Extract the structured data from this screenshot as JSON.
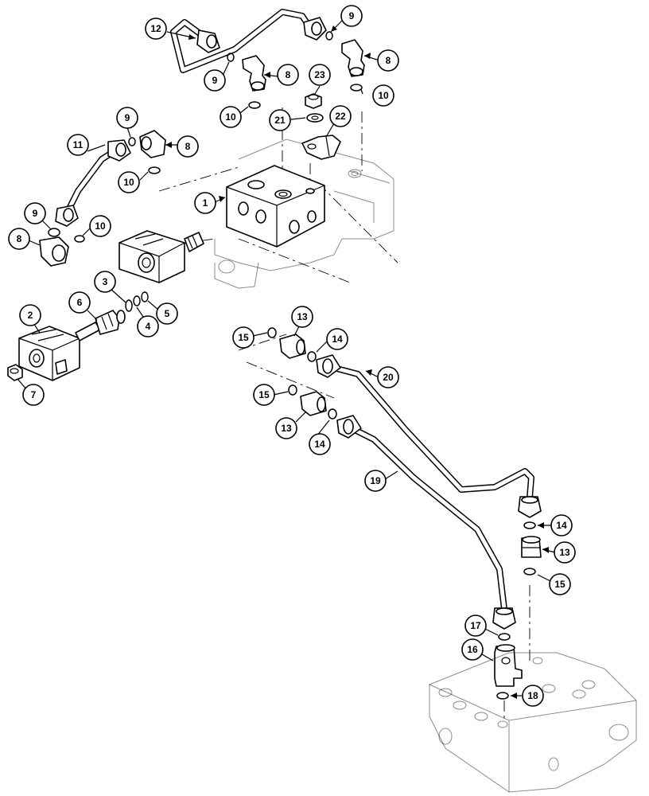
{
  "diagram": {
    "callouts": [
      {
        "id": "c12a",
        "label": "12"
      },
      {
        "id": "c9a",
        "label": "9"
      },
      {
        "id": "c8a",
        "label": "8"
      },
      {
        "id": "c9b",
        "label": "9"
      },
      {
        "id": "c8b",
        "label": "8"
      },
      {
        "id": "c10a",
        "label": "10"
      },
      {
        "id": "c23",
        "label": "23"
      },
      {
        "id": "c21",
        "label": "21"
      },
      {
        "id": "c22",
        "label": "22"
      },
      {
        "id": "c10b",
        "label": "10"
      },
      {
        "id": "c9c",
        "label": "9"
      },
      {
        "id": "c11",
        "label": "11"
      },
      {
        "id": "c8c",
        "label": "8"
      },
      {
        "id": "c10c",
        "label": "10"
      },
      {
        "id": "c1",
        "label": "1"
      },
      {
        "id": "c9d",
        "label": "9"
      },
      {
        "id": "c10d",
        "label": "10"
      },
      {
        "id": "c8d",
        "label": "8"
      },
      {
        "id": "c3",
        "label": "3"
      },
      {
        "id": "c2",
        "label": "2"
      },
      {
        "id": "c6",
        "label": "6"
      },
      {
        "id": "c5",
        "label": "5"
      },
      {
        "id": "c4",
        "label": "4"
      },
      {
        "id": "c7",
        "label": "7"
      },
      {
        "id": "c13a",
        "label": "13"
      },
      {
        "id": "c15a",
        "label": "15"
      },
      {
        "id": "c14a",
        "label": "14"
      },
      {
        "id": "c20",
        "label": "20"
      },
      {
        "id": "c15b",
        "label": "15"
      },
      {
        "id": "c13b",
        "label": "13"
      },
      {
        "id": "c14b",
        "label": "14"
      },
      {
        "id": "c19",
        "label": "19"
      },
      {
        "id": "c14c",
        "label": "14"
      },
      {
        "id": "c13c",
        "label": "13"
      },
      {
        "id": "c15c",
        "label": "15"
      },
      {
        "id": "c17",
        "label": "17"
      },
      {
        "id": "c16",
        "label": "16"
      },
      {
        "id": "c18",
        "label": "18"
      }
    ]
  }
}
